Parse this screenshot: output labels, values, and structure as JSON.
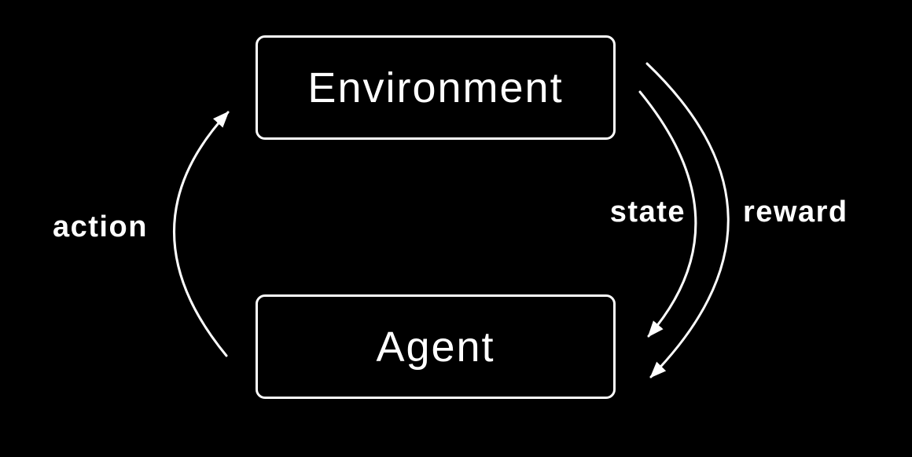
{
  "diagram": {
    "title": "agent-environment-loop",
    "colors": {
      "background": "#000000",
      "stroke": "#ffffff",
      "text": "#ffffff"
    },
    "nodes": [
      {
        "id": "environment",
        "label": "Environment"
      },
      {
        "id": "agent",
        "label": "Agent"
      }
    ],
    "edges": [
      {
        "id": "action",
        "label": "action",
        "from": "agent",
        "to": "environment",
        "side": "left"
      },
      {
        "id": "state",
        "label": "state",
        "from": "environment",
        "to": "agent",
        "side": "right-inner"
      },
      {
        "id": "reward",
        "label": "reward",
        "from": "environment",
        "to": "agent",
        "side": "right-outer"
      }
    ]
  }
}
